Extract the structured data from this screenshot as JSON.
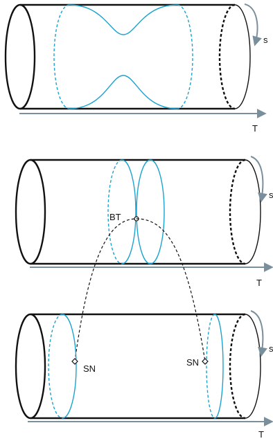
{
  "colors": {
    "outline": "#111111",
    "curve": "#1aa3cf",
    "axis": "#7a8f9c",
    "path": "#111111"
  },
  "panels": [
    {
      "rotation_label": "s",
      "axis_label": "T"
    },
    {
      "rotation_label": "s",
      "axis_label": "T",
      "point_label": "BT"
    },
    {
      "rotation_label": "s",
      "axis_label": "T",
      "left_point_label": "SN",
      "right_point_label": "SN"
    }
  ]
}
